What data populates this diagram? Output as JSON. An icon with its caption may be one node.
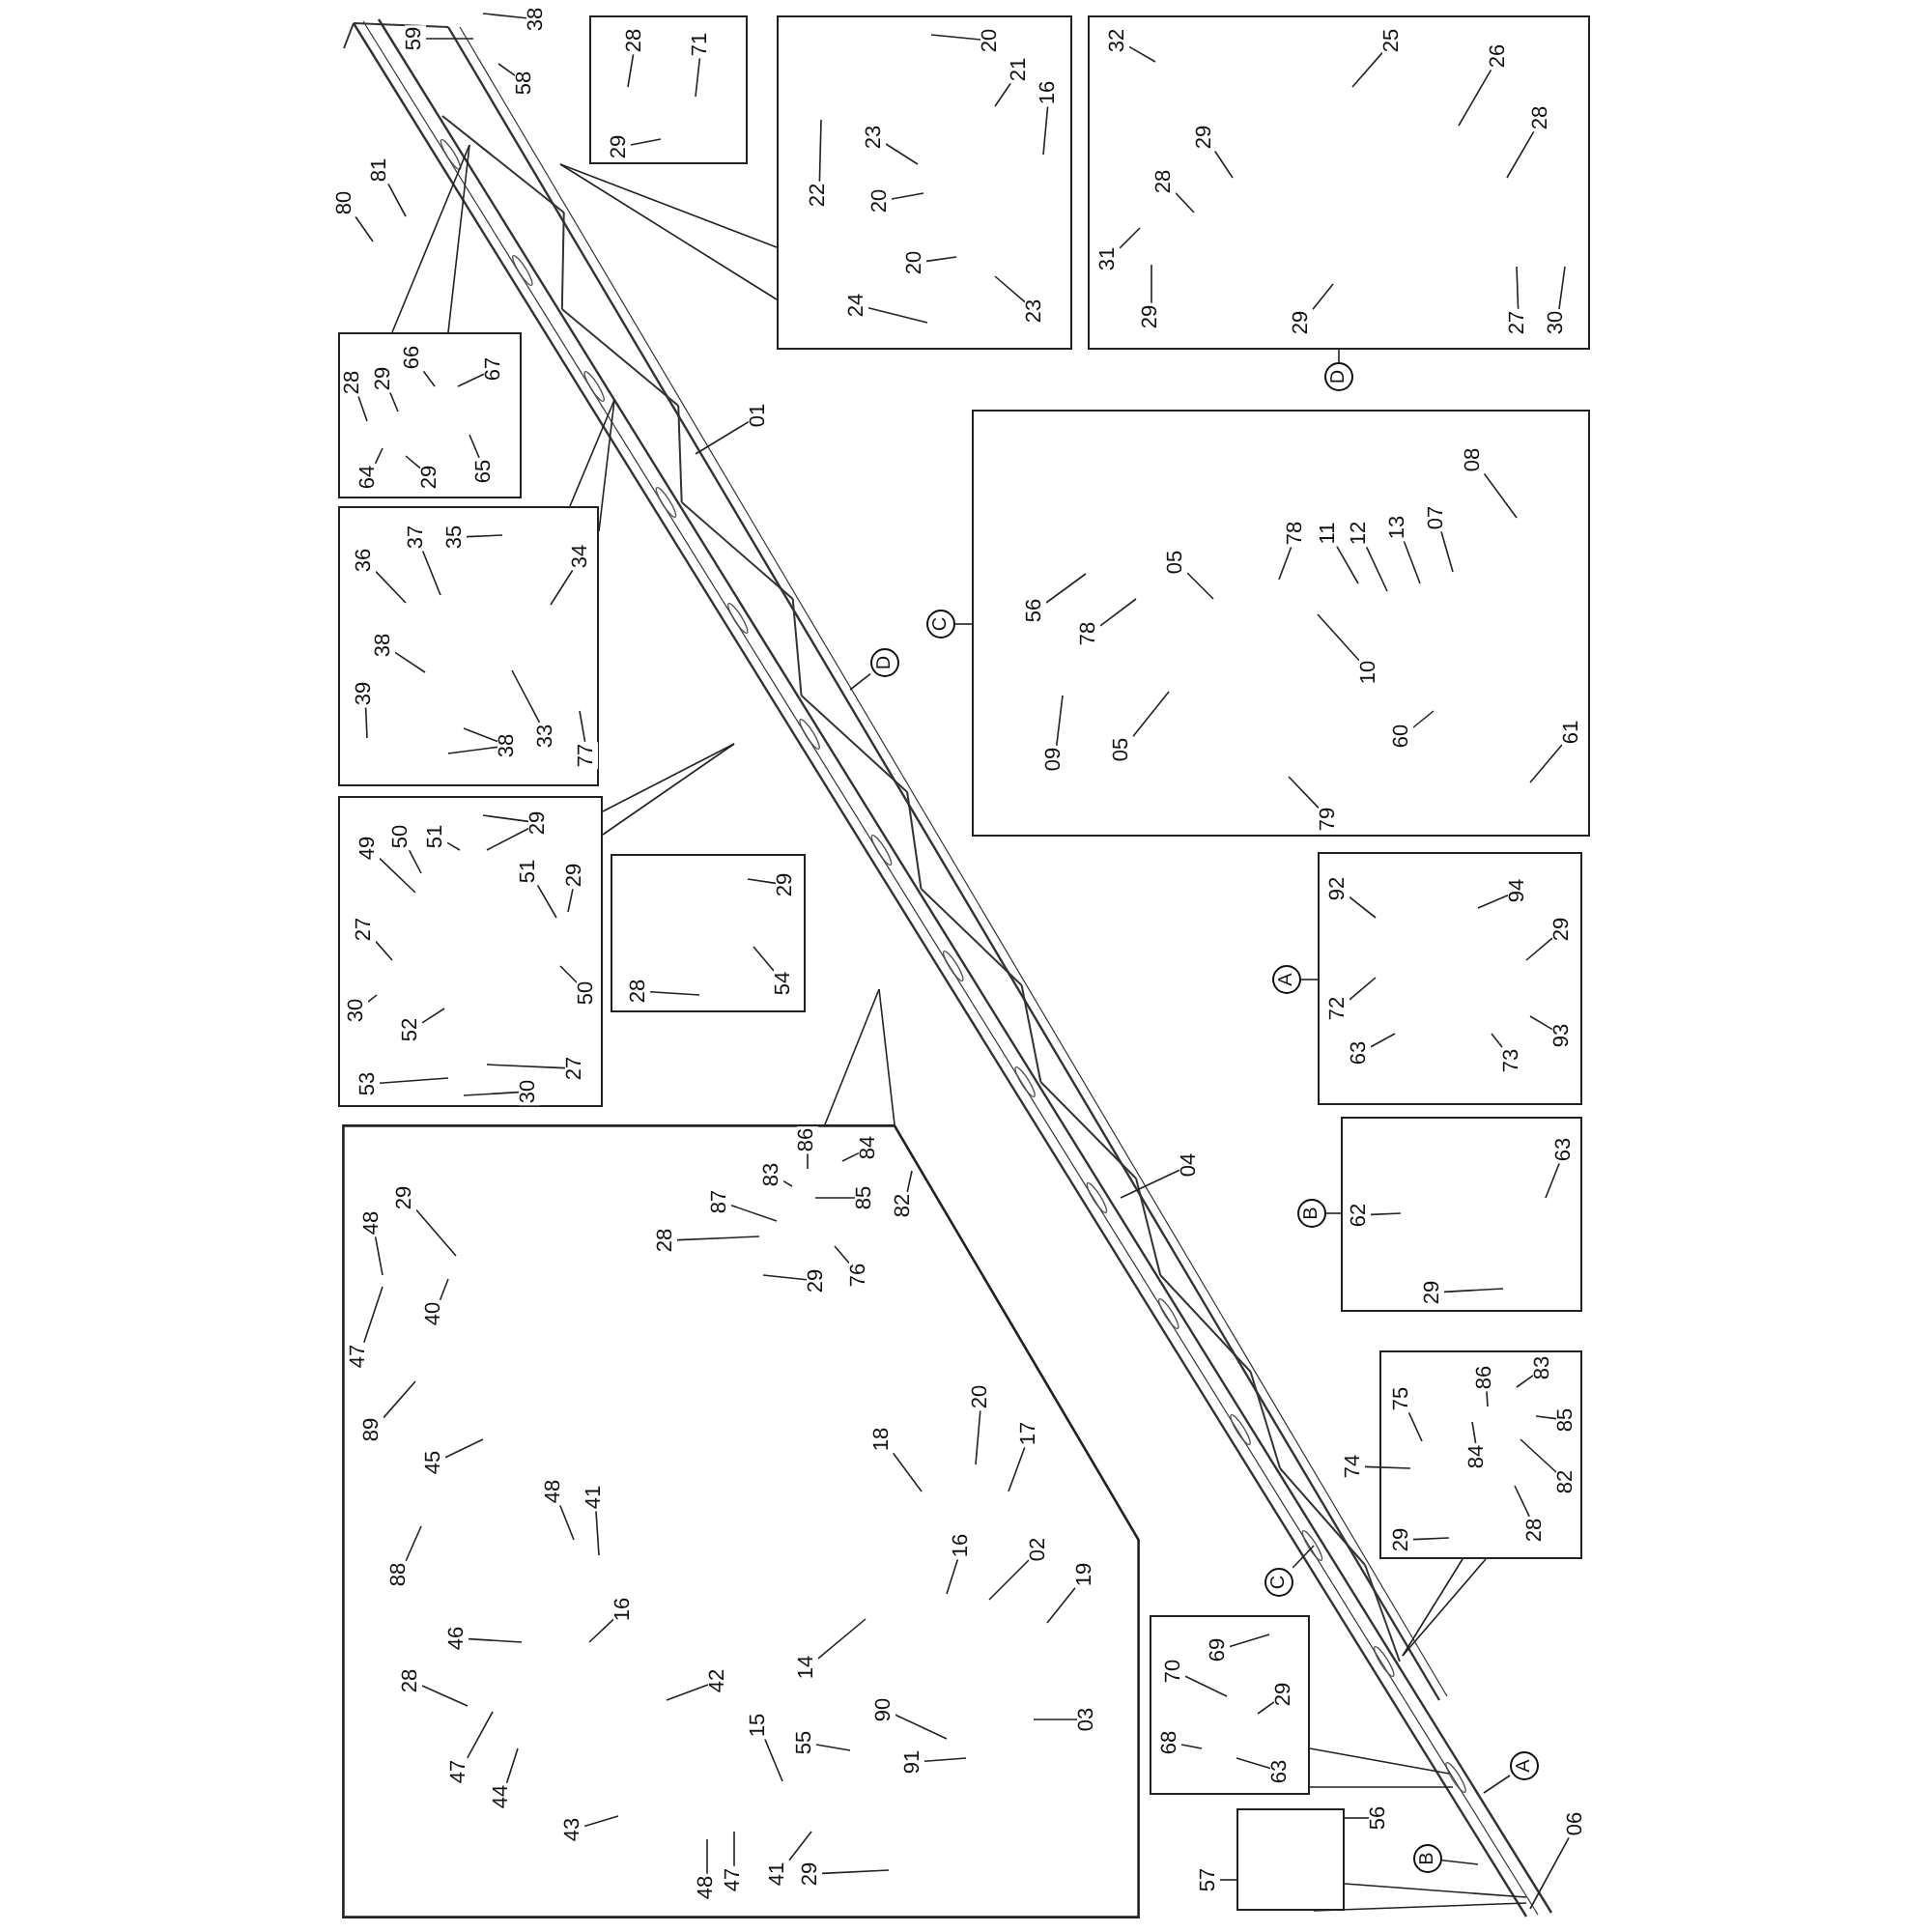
{
  "diagram": {
    "nodes": [
      {
        "text": [],
        "shape": "box"
      },
      {
        "text": [
          "28"
        ],
        "in": 0
      },
      {
        "text": [
          "29"
        ],
        "in": 0
      },
      {
        "text": [
          "71"
        ],
        "in": 0
      },
      {
        "text": [
          "59"
        ]
      },
      {
        "text": [
          "38"
        ]
      },
      {
        "text": [
          "58"
        ]
      },
      {
        "text": [],
        "shape": "box"
      },
      {
        "text": [
          "20"
        ],
        "in": 7
      },
      {
        "text": [
          "21"
        ],
        "in": 7
      },
      {
        "text": [
          "16"
        ],
        "in": 7
      },
      {
        "text": [
          "22"
        ],
        "in": 7
      },
      {
        "text": [
          "23"
        ],
        "in": 7
      },
      {
        "text": [
          "20"
        ],
        "in": 7
      },
      {
        "text": [
          "20"
        ],
        "in": 7
      },
      {
        "text": [
          "23"
        ],
        "in": 7
      },
      {
        "text": [
          "24"
        ],
        "in": 7
      },
      {
        "text": [],
        "shape": "box"
      },
      {
        "text": [
          "32"
        ],
        "in": 17
      },
      {
        "text": [
          "31"
        ],
        "in": 17
      },
      {
        "text": [
          "28"
        ],
        "in": 17
      },
      {
        "text": [
          "29"
        ],
        "in": 17
      },
      {
        "text": [
          "29"
        ],
        "in": 17
      },
      {
        "text": [
          "29"
        ],
        "in": 17
      },
      {
        "text": [
          "25"
        ],
        "in": 17
      },
      {
        "text": [
          "26"
        ],
        "in": 17
      },
      {
        "text": [
          "28"
        ],
        "in": 17
      },
      {
        "text": [
          "27"
        ],
        "in": 17
      },
      {
        "text": [
          "30"
        ],
        "in": 17
      },
      {
        "text": [
          "D"
        ]
      },
      {
        "text": [
          "80"
        ]
      },
      {
        "text": [
          "81"
        ]
      },
      {
        "text": [],
        "shape": "box"
      },
      {
        "text": [
          "28"
        ],
        "in": 32
      },
      {
        "text": [
          "29"
        ],
        "in": 32
      },
      {
        "text": [
          "66"
        ],
        "in": 32
      },
      {
        "text": [
          "67"
        ],
        "in": 32
      },
      {
        "text": [
          "64"
        ],
        "in": 32
      },
      {
        "text": [
          "29"
        ],
        "in": 32
      },
      {
        "text": [
          "65"
        ],
        "in": 32
      },
      {
        "text": [
          "01"
        ]
      },
      {
        "text": [],
        "shape": "box"
      },
      {
        "text": [
          "37"
        ],
        "in": 41
      },
      {
        "text": [
          "35"
        ],
        "in": 41
      },
      {
        "text": [
          "36"
        ],
        "in": 41
      },
      {
        "text": [
          "34"
        ],
        "in": 41
      },
      {
        "text": [
          "38"
        ],
        "in": 41
      },
      {
        "text": [
          "39"
        ],
        "in": 41
      },
      {
        "text": [
          "33"
        ],
        "in": 41
      },
      {
        "text": [
          "38"
        ],
        "in": 41
      },
      {
        "text": [
          "77"
        ],
        "in": 41
      },
      {
        "text": [
          "D"
        ]
      },
      {
        "text": [],
        "shape": "box"
      },
      {
        "text": [
          "56"
        ],
        "in": 52
      },
      {
        "text": [
          "78"
        ],
        "in": 52
      },
      {
        "text": [
          "09"
        ],
        "in": 52
      },
      {
        "text": [
          "05"
        ],
        "in": 52
      },
      {
        "text": [
          "05"
        ],
        "in": 52
      },
      {
        "text": [
          "78"
        ],
        "in": 52
      },
      {
        "text": [
          "11"
        ],
        "in": 52
      },
      {
        "text": [
          "12"
        ],
        "in": 52
      },
      {
        "text": [
          "13"
        ],
        "in": 52
      },
      {
        "text": [
          "07"
        ],
        "in": 52
      },
      {
        "text": [
          "08"
        ],
        "in": 52
      },
      {
        "text": [
          "10"
        ],
        "in": 52
      },
      {
        "text": [
          "60"
        ],
        "in": 52
      },
      {
        "text": [
          "61"
        ],
        "in": 52
      },
      {
        "text": [
          "79"
        ],
        "in": 52
      },
      {
        "text": [
          "C"
        ]
      },
      {
        "text": [],
        "shape": "box"
      },
      {
        "text": [
          "49"
        ],
        "in": 69
      },
      {
        "text": [
          "50"
        ],
        "in": 69
      },
      {
        "text": [
          "51"
        ],
        "in": 69
      },
      {
        "text": [
          "29"
        ],
        "in": 69
      },
      {
        "text": [
          "51"
        ],
        "in": 69
      },
      {
        "text": [
          "29"
        ],
        "in": 69
      },
      {
        "text": [
          "27"
        ],
        "in": 69
      },
      {
        "text": [
          "30"
        ],
        "in": 69
      },
      {
        "text": [
          "52"
        ],
        "in": 69
      },
      {
        "text": [
          "50"
        ],
        "in": 69
      },
      {
        "text": [
          "53"
        ],
        "in": 69
      },
      {
        "text": [
          "27"
        ],
        "in": 69
      },
      {
        "text": [
          "30"
        ],
        "in": 69
      },
      {
        "text": [],
        "shape": "box"
      },
      {
        "text": [
          "29"
        ],
        "in": 83
      },
      {
        "text": [
          "54"
        ],
        "in": 83
      },
      {
        "text": [
          "28"
        ],
        "in": 83
      },
      {
        "text": [],
        "shape": "box"
      },
      {
        "text": [
          "A"
        ]
      },
      {
        "text": [
          "92"
        ],
        "in": 87
      },
      {
        "text": [
          "94"
        ],
        "in": 87
      },
      {
        "text": [
          "29"
        ],
        "in": 87
      },
      {
        "text": [
          "72"
        ],
        "in": 87
      },
      {
        "text": [
          "63"
        ],
        "in": 87
      },
      {
        "text": [
          "73"
        ],
        "in": 87
      },
      {
        "text": [
          "93"
        ],
        "in": 87
      },
      {
        "text": [],
        "shape": "box"
      },
      {
        "text": [
          "86"
        ],
        "in": 96
      },
      {
        "text": [
          "83"
        ],
        "in": 96
      },
      {
        "text": [
          "84"
        ],
        "in": 96
      },
      {
        "text": [
          "87"
        ],
        "in": 96
      },
      {
        "text": [
          "85"
        ],
        "in": 96
      },
      {
        "text": [
          "82"
        ],
        "in": 96
      },
      {
        "text": [
          "28"
        ],
        "in": 96
      },
      {
        "text": [
          "76"
        ],
        "in": 96
      },
      {
        "text": [
          "29"
        ],
        "in": 96
      },
      {
        "text": [
          "48"
        ],
        "in": 96
      },
      {
        "text": [
          "29"
        ],
        "in": 96
      },
      {
        "text": [
          "47"
        ],
        "in": 96
      },
      {
        "text": [
          "40"
        ],
        "in": 96
      },
      {
        "text": [
          "89"
        ],
        "in": 96
      },
      {
        "text": [
          "45"
        ],
        "in": 96
      },
      {
        "text": [
          "88"
        ],
        "in": 96
      },
      {
        "text": [
          "48"
        ],
        "in": 96
      },
      {
        "text": [
          "41"
        ],
        "in": 96
      },
      {
        "text": [
          "46"
        ],
        "in": 96
      },
      {
        "text": [
          "16"
        ],
        "in": 96
      },
      {
        "text": [
          "28"
        ],
        "in": 96
      },
      {
        "text": [
          "47"
        ],
        "in": 96
      },
      {
        "text": [
          "44"
        ],
        "in": 96
      },
      {
        "text": [
          "42"
        ],
        "in": 96
      },
      {
        "text": [
          "43"
        ],
        "in": 96
      },
      {
        "text": [
          "15"
        ],
        "in": 96
      },
      {
        "text": [
          "55"
        ],
        "in": 96
      },
      {
        "text": [
          "90"
        ],
        "in": 96
      },
      {
        "text": [
          "91"
        ],
        "in": 96
      },
      {
        "text": [
          "14"
        ],
        "in": 96
      },
      {
        "text": [
          "18"
        ],
        "in": 96
      },
      {
        "text": [
          "20"
        ],
        "in": 96
      },
      {
        "text": [
          "17"
        ],
        "in": 96
      },
      {
        "text": [
          "16"
        ],
        "in": 96
      },
      {
        "text": [
          "02"
        ],
        "in": 96
      },
      {
        "text": [
          "19"
        ],
        "in": 96
      },
      {
        "text": [
          "03"
        ],
        "in": 96
      },
      {
        "text": [
          "48"
        ],
        "in": 96
      },
      {
        "text": [
          "47"
        ],
        "in": 96
      },
      {
        "text": [
          "41"
        ],
        "in": 96
      },
      {
        "text": [
          "29"
        ],
        "in": 96
      },
      {
        "text": [
          "04"
        ]
      },
      {
        "text": [],
        "shape": "box"
      },
      {
        "text": [
          "B"
        ]
      },
      {
        "text": [
          "62"
        ],
        "in": 139
      },
      {
        "text": [
          "63"
        ],
        "in": 139
      },
      {
        "text": [
          "29"
        ],
        "in": 139
      },
      {
        "text": [],
        "shape": "box"
      },
      {
        "text": [
          "75"
        ],
        "in": 144
      },
      {
        "text": [
          "74"
        ]
      },
      {
        "text": [
          "86"
        ],
        "in": 144
      },
      {
        "text": [
          "83"
        ],
        "in": 144
      },
      {
        "text": [
          "85"
        ],
        "in": 144
      },
      {
        "text": [
          "84"
        ],
        "in": 144
      },
      {
        "text": [
          "82"
        ],
        "in": 144
      },
      {
        "text": [
          "28"
        ],
        "in": 144
      },
      {
        "text": [
          "29"
        ],
        "in": 144
      },
      {
        "text": [
          "C"
        ]
      },
      {
        "text": [],
        "shape": "box"
      },
      {
        "text": [
          "69"
        ],
        "in": 155
      },
      {
        "text": [
          "70"
        ],
        "in": 155
      },
      {
        "text": [
          "29"
        ],
        "in": 155
      },
      {
        "text": [
          "68"
        ],
        "in": 155
      },
      {
        "text": [
          "63"
        ],
        "in": 155
      },
      {
        "text": [
          "A"
        ]
      },
      {
        "text": [],
        "shape": "box"
      },
      {
        "text": [
          "56"
        ]
      },
      {
        "text": [
          "57"
        ]
      },
      {
        "text": [
          "B"
        ]
      },
      {
        "text": [
          "06"
        ]
      }
    ],
    "edges": [
      {
        "from": 1,
        "to": null,
        "arrow": "none"
      },
      {
        "from": 2,
        "to": null,
        "arrow": "none"
      },
      {
        "from": 3,
        "to": null,
        "arrow": "none"
      },
      {
        "from": 4,
        "to": null,
        "arrow": "none"
      },
      {
        "from": 5,
        "to": null,
        "arrow": "none"
      },
      {
        "from": 6,
        "to": null,
        "arrow": "none"
      },
      {
        "from": 7,
        "to": null,
        "arrow": "none"
      },
      {
        "from": 7,
        "to": null,
        "arrow": "none"
      },
      {
        "from": 8,
        "to": null,
        "arrow": "none"
      },
      {
        "from": 9,
        "to": null,
        "arrow": "none"
      },
      {
        "from": 10,
        "to": null,
        "arrow": "none"
      },
      {
        "from": 11,
        "to": null,
        "arrow": "none"
      },
      {
        "from": 12,
        "to": null,
        "arrow": "none"
      },
      {
        "from": 13,
        "to": null,
        "arrow": "none"
      },
      {
        "from": 14,
        "to": null,
        "arrow": "none"
      },
      {
        "from": 15,
        "to": null,
        "arrow": "none"
      },
      {
        "from": 16,
        "to": null,
        "arrow": "none"
      },
      {
        "from": 18,
        "to": null,
        "arrow": "none"
      },
      {
        "from": 19,
        "to": null,
        "arrow": "none"
      },
      {
        "from": 20,
        "to": null,
        "arrow": "none"
      },
      {
        "from": 21,
        "to": null,
        "arrow": "none"
      },
      {
        "from": 22,
        "to": null,
        "arrow": "none"
      },
      {
        "from": 23,
        "to": null,
        "arrow": "none"
      },
      {
        "from": 24,
        "to": null,
        "arrow": "none"
      },
      {
        "from": 25,
        "to": null,
        "arrow": "none"
      },
      {
        "from": 26,
        "to": null,
        "arrow": "none"
      },
      {
        "from": 27,
        "to": null,
        "arrow": "none"
      },
      {
        "from": 28,
        "to": null,
        "arrow": "none"
      },
      {
        "from": 29,
        "to": 17,
        "arrow": "none"
      },
      {
        "from": 30,
        "to": null,
        "arrow": "none"
      },
      {
        "from": 31,
        "to": null,
        "arrow": "none"
      },
      {
        "from": 32,
        "to": null,
        "arrow": "none"
      },
      {
        "from": 32,
        "to": null,
        "arrow": "none"
      },
      {
        "from": 33,
        "to": null,
        "arrow": "none"
      },
      {
        "from": 34,
        "to": null,
        "arrow": "none"
      },
      {
        "from": 35,
        "to": null,
        "arrow": "none"
      },
      {
        "from": 36,
        "to": null,
        "arrow": "none"
      },
      {
        "from": 37,
        "to": null,
        "arrow": "none"
      },
      {
        "from": 38,
        "to": null,
        "arrow": "none"
      },
      {
        "from": 39,
        "to": null,
        "arrow": "none"
      },
      {
        "from": 40,
        "to": null,
        "arrow": "none"
      },
      {
        "from": 41,
        "to": null,
        "arrow": "none"
      },
      {
        "from": 41,
        "to": null,
        "arrow": "none"
      },
      {
        "from": 42,
        "to": null,
        "arrow": "none"
      },
      {
        "from": 43,
        "to": null,
        "arrow": "none"
      },
      {
        "from": 44,
        "to": null,
        "arrow": "none"
      },
      {
        "from": 45,
        "to": null,
        "arrow": "none"
      },
      {
        "from": 46,
        "to": null,
        "arrow": "none"
      },
      {
        "from": 47,
        "to": null,
        "arrow": "none"
      },
      {
        "from": 48,
        "to": null,
        "arrow": "none"
      },
      {
        "from": 49,
        "to": null,
        "arrow": "none"
      },
      {
        "from": 49,
        "to": null,
        "arrow": "none"
      },
      {
        "from": 50,
        "to": null,
        "arrow": "none"
      },
      {
        "from": 51,
        "to": null,
        "arrow": "none"
      },
      {
        "from": 53,
        "to": null,
        "arrow": "none"
      },
      {
        "from": 54,
        "to": null,
        "arrow": "none"
      },
      {
        "from": 55,
        "to": null,
        "arrow": "none"
      },
      {
        "from": 56,
        "to": null,
        "arrow": "none"
      },
      {
        "from": 57,
        "to": null,
        "arrow": "none"
      },
      {
        "from": 58,
        "to": null,
        "arrow": "none"
      },
      {
        "from": 59,
        "to": null,
        "arrow": "none"
      },
      {
        "from": 60,
        "to": null,
        "arrow": "none"
      },
      {
        "from": 61,
        "to": null,
        "arrow": "none"
      },
      {
        "from": 62,
        "to": null,
        "arrow": "none"
      },
      {
        "from": 63,
        "to": null,
        "arrow": "none"
      },
      {
        "from": 64,
        "to": null,
        "arrow": "none"
      },
      {
        "from": 65,
        "to": null,
        "arrow": "none"
      },
      {
        "from": 66,
        "to": null,
        "arrow": "none"
      },
      {
        "from": 67,
        "to": null,
        "arrow": "none"
      },
      {
        "from": 68,
        "to": 52,
        "arrow": "none"
      },
      {
        "from": 69,
        "to": null,
        "arrow": "none"
      },
      {
        "from": 69,
        "to": null,
        "arrow": "none"
      },
      {
        "from": 70,
        "to": null,
        "arrow": "none"
      },
      {
        "from": 71,
        "to": null,
        "arrow": "none"
      },
      {
        "from": 72,
        "to": null,
        "arrow": "none"
      },
      {
        "from": 73,
        "to": null,
        "arrow": "none"
      },
      {
        "from": 73,
        "to": null,
        "arrow": "none"
      },
      {
        "from": 74,
        "to": null,
        "arrow": "none"
      },
      {
        "from": 75,
        "to": null,
        "arrow": "none"
      },
      {
        "from": 76,
        "to": null,
        "arrow": "none"
      },
      {
        "from": 77,
        "to": null,
        "arrow": "none"
      },
      {
        "from": 78,
        "to": null,
        "arrow": "none"
      },
      {
        "from": 79,
        "to": null,
        "arrow": "none"
      },
      {
        "from": 80,
        "to": null,
        "arrow": "none"
      },
      {
        "from": 81,
        "to": null,
        "arrow": "none"
      },
      {
        "from": 82,
        "to": null,
        "arrow": "none"
      },
      {
        "from": 84,
        "to": null,
        "arrow": "none"
      },
      {
        "from": 85,
        "to": null,
        "arrow": "none"
      },
      {
        "from": 86,
        "to": null,
        "arrow": "none"
      },
      {
        "from": 88,
        "to": 87,
        "arrow": "none"
      },
      {
        "from": 89,
        "to": null,
        "arrow": "none"
      },
      {
        "from": 90,
        "to": null,
        "arrow": "none"
      },
      {
        "from": 91,
        "to": null,
        "arrow": "none"
      },
      {
        "from": 92,
        "to": null,
        "arrow": "none"
      },
      {
        "from": 93,
        "to": null,
        "arrow": "none"
      },
      {
        "from": 94,
        "to": null,
        "arrow": "none"
      },
      {
        "from": 95,
        "to": null,
        "arrow": "none"
      },
      {
        "from": 96,
        "to": null,
        "arrow": "none"
      },
      {
        "from": 96,
        "to": null,
        "arrow": "none"
      },
      {
        "from": 97,
        "to": null,
        "arrow": "none"
      },
      {
        "from": 98,
        "to": null,
        "arrow": "none"
      },
      {
        "from": 99,
        "to": null,
        "arrow": "none"
      },
      {
        "from": 100,
        "to": null,
        "arrow": "none"
      },
      {
        "from": 101,
        "to": null,
        "arrow": "none"
      },
      {
        "from": 102,
        "to": null,
        "arrow": "none"
      },
      {
        "from": 103,
        "to": null,
        "arrow": "none"
      },
      {
        "from": 104,
        "to": null,
        "arrow": "none"
      },
      {
        "from": 105,
        "to": null,
        "arrow": "none"
      },
      {
        "from": 106,
        "to": null,
        "arrow": "none"
      },
      {
        "from": 107,
        "to": null,
        "arrow": "none"
      },
      {
        "from": 108,
        "to": null,
        "arrow": "none"
      },
      {
        "from": 109,
        "to": null,
        "arrow": "none"
      },
      {
        "from": 110,
        "to": null,
        "arrow": "none"
      },
      {
        "from": 111,
        "to": null,
        "arrow": "none"
      },
      {
        "from": 112,
        "to": null,
        "arrow": "none"
      },
      {
        "from": 113,
        "to": null,
        "arrow": "none"
      },
      {
        "from": 114,
        "to": null,
        "arrow": "none"
      },
      {
        "from": 115,
        "to": null,
        "arrow": "none"
      },
      {
        "from": 116,
        "to": null,
        "arrow": "none"
      },
      {
        "from": 117,
        "to": null,
        "arrow": "none"
      },
      {
        "from": 118,
        "to": null,
        "arrow": "none"
      },
      {
        "from": 119,
        "to": null,
        "arrow": "none"
      },
      {
        "from": 120,
        "to": null,
        "arrow": "none"
      },
      {
        "from": 121,
        "to": null,
        "arrow": "none"
      },
      {
        "from": 122,
        "to": null,
        "arrow": "none"
      },
      {
        "from": 123,
        "to": null,
        "arrow": "none"
      },
      {
        "from": 124,
        "to": null,
        "arrow": "none"
      },
      {
        "from": 125,
        "to": null,
        "arrow": "none"
      },
      {
        "from": 126,
        "to": null,
        "arrow": "none"
      },
      {
        "from": 127,
        "to": null,
        "arrow": "none"
      },
      {
        "from": 128,
        "to": null,
        "arrow": "none"
      },
      {
        "from": 129,
        "to": null,
        "arrow": "none"
      },
      {
        "from": 130,
        "to": null,
        "arrow": "none"
      },
      {
        "from": 131,
        "to": null,
        "arrow": "none"
      },
      {
        "from": 132,
        "to": null,
        "arrow": "none"
      },
      {
        "from": 133,
        "to": null,
        "arrow": "none"
      },
      {
        "from": 134,
        "to": null,
        "arrow": "none"
      },
      {
        "from": 135,
        "to": null,
        "arrow": "none"
      },
      {
        "from": 136,
        "to": null,
        "arrow": "none"
      },
      {
        "from": 137,
        "to": null,
        "arrow": "none"
      },
      {
        "from": 138,
        "to": null,
        "arrow": "none"
      },
      {
        "from": 140,
        "to": 139,
        "arrow": "none"
      },
      {
        "from": 141,
        "to": null,
        "arrow": "none"
      },
      {
        "from": 142,
        "to": null,
        "arrow": "none"
      },
      {
        "from": 143,
        "to": null,
        "arrow": "none"
      },
      {
        "from": 144,
        "to": null,
        "arrow": "none"
      },
      {
        "from": 144,
        "to": null,
        "arrow": "none"
      },
      {
        "from": 145,
        "to": null,
        "arrow": "none"
      },
      {
        "from": 146,
        "to": null,
        "arrow": "none"
      },
      {
        "from": 147,
        "to": null,
        "arrow": "none"
      },
      {
        "from": 148,
        "to": null,
        "arrow": "none"
      },
      {
        "from": 149,
        "to": null,
        "arrow": "none"
      },
      {
        "from": 150,
        "to": null,
        "arrow": "none"
      },
      {
        "from": 151,
        "to": null,
        "arrow": "none"
      },
      {
        "from": 152,
        "to": null,
        "arrow": "none"
      },
      {
        "from": 153,
        "to": null,
        "arrow": "none"
      },
      {
        "from": 154,
        "to": null,
        "arrow": "none"
      },
      {
        "from": 155,
        "to": null,
        "arrow": "none"
      },
      {
        "from": 155,
        "to": null,
        "arrow": "none"
      },
      {
        "from": 156,
        "to": null,
        "arrow": "none"
      },
      {
        "from": 157,
        "to": null,
        "arrow": "none"
      },
      {
        "from": 158,
        "to": null,
        "arrow": "none"
      },
      {
        "from": 159,
        "to": null,
        "arrow": "none"
      },
      {
        "from": 160,
        "to": null,
        "arrow": "none"
      },
      {
        "from": 161,
        "to": null,
        "arrow": "none"
      },
      {
        "from": 162,
        "to": null,
        "arrow": "none"
      },
      {
        "from": 162,
        "to": null,
        "arrow": "none"
      },
      {
        "from": 163,
        "to": 162,
        "arrow": "none"
      },
      {
        "from": 164,
        "to": 162,
        "arrow": "none"
      },
      {
        "from": 165,
        "to": null,
        "arrow": "none"
      },
      {
        "from": 166,
        "to": null,
        "arrow": "none"
      }
    ]
  }
}
